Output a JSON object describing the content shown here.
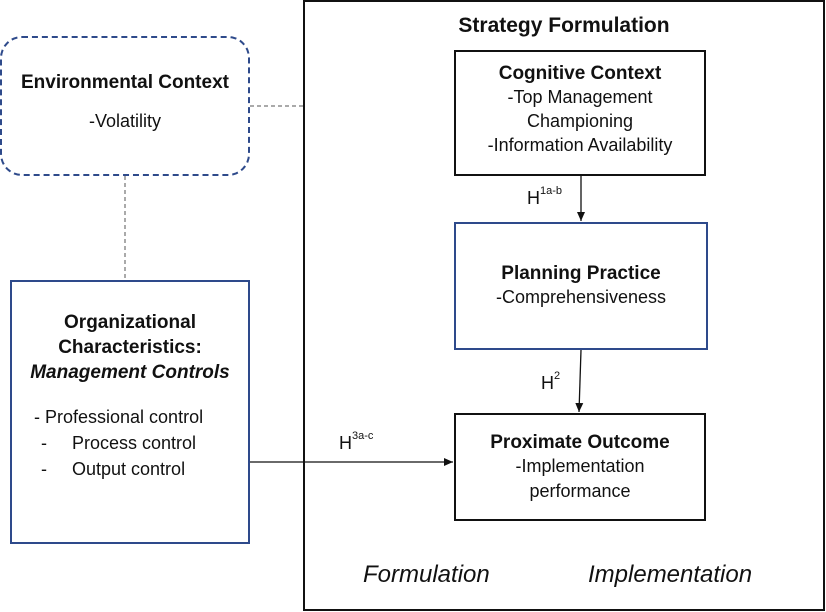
{
  "strategy_frame": {
    "title": "Strategy Formulation"
  },
  "environmental_context": {
    "title": "Environmental Context",
    "items": [
      "-Volatility"
    ]
  },
  "organizational_characteristics": {
    "title_lines": [
      "Organizational",
      "Characteristics:"
    ],
    "subtitle": "Management Controls",
    "items": [
      "- Professional control",
      "-     Process control",
      "-     Output control"
    ]
  },
  "cognitive_context": {
    "title": "Cognitive Context",
    "items": [
      "-Top Management",
      "Championing",
      "-Information Availability"
    ]
  },
  "planning_practice": {
    "title": "Planning Practice",
    "items": [
      "-Comprehensiveness"
    ]
  },
  "proximate_outcome": {
    "title": "Proximate Outcome",
    "items": [
      "-Implementation",
      "performance"
    ]
  },
  "hypotheses": {
    "h1": {
      "base": "H",
      "sup": "1a-b"
    },
    "h2": {
      "base": "H",
      "sup": "2"
    },
    "h3": {
      "base": "H",
      "sup": "3a-c"
    }
  },
  "phase_labels": {
    "formulation": "Formulation",
    "implementation": "Implementation"
  },
  "colors": {
    "box_border_blue": "#2e4a8b",
    "outline_black": "#111111",
    "connector_gray": "#555555"
  }
}
